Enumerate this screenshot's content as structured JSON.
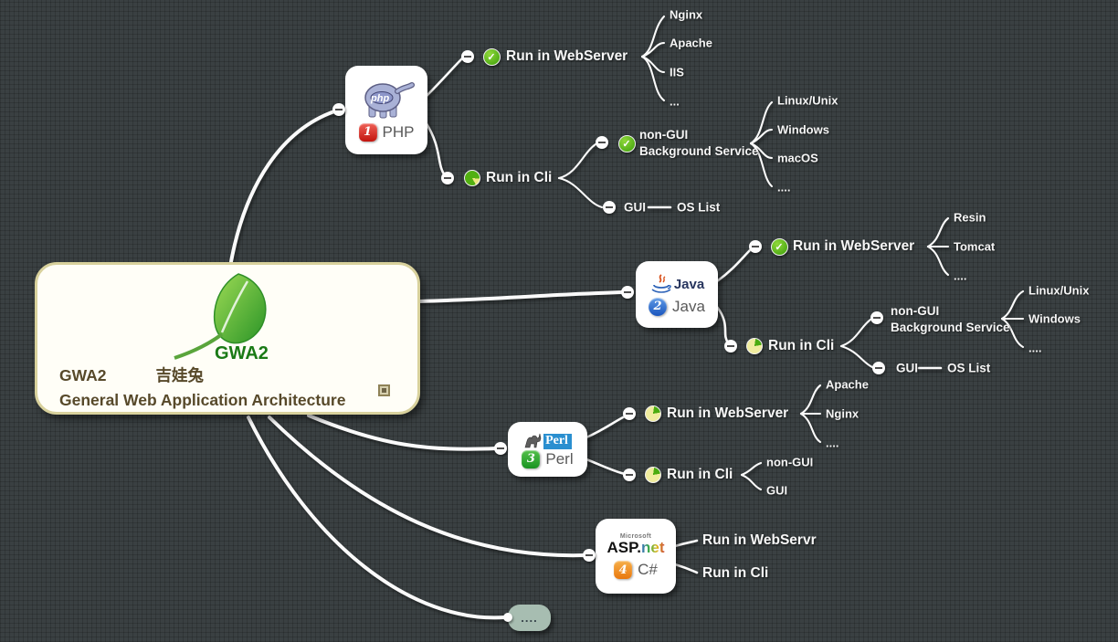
{
  "icons": {
    "check": "✓"
  },
  "central": {
    "logo_text": "GWA2",
    "title_part1": "GWA2",
    "title_part2": "吉娃兔",
    "title_line2": "General Web Application Architecture"
  },
  "php": {
    "logo": "php",
    "badge": "1",
    "label": "PHP",
    "web": {
      "label": "Run in WebServer",
      "children": [
        "Nginx",
        "Apache",
        "IIS",
        "..."
      ]
    },
    "cli": {
      "label": "Run in Cli",
      "nongui": {
        "line1": "non-GUI",
        "line2": "Background Service",
        "children": [
          "Linux/Unix",
          "Windows",
          "macOS",
          "...."
        ]
      },
      "gui": {
        "label": "GUI",
        "os_list": "OS List"
      }
    }
  },
  "java": {
    "logo_text": "Java",
    "badge": "2",
    "label": "Java",
    "web": {
      "label": "Run in WebServer",
      "children": [
        "Resin",
        "Tomcat",
        "...."
      ]
    },
    "cli": {
      "label": "Run in Cli",
      "nongui": {
        "line1": "non-GUI",
        "line2": "Background Service",
        "children": [
          "Linux/Unix",
          "Windows",
          "...."
        ]
      },
      "gui": {
        "label": "GUI",
        "os_list": "OS List"
      }
    }
  },
  "perl": {
    "logo_text": "Perl",
    "badge": "3",
    "label": "Perl",
    "web": {
      "label": "Run in WebServer",
      "children": [
        "Apache",
        "Nginx",
        "...."
      ]
    },
    "cli": {
      "label": "Run in Cli",
      "children": [
        "non-GUI",
        "GUI"
      ]
    }
  },
  "aspnet": {
    "logo_ms": "Microsoft",
    "logo_asp": "ASP.",
    "logo_net": "net",
    "badge": "4",
    "label": "C#",
    "web": {
      "label": "Run in WebServr"
    },
    "cli": {
      "label": "Run in Cli"
    }
  },
  "more": {
    "label": "...."
  }
}
